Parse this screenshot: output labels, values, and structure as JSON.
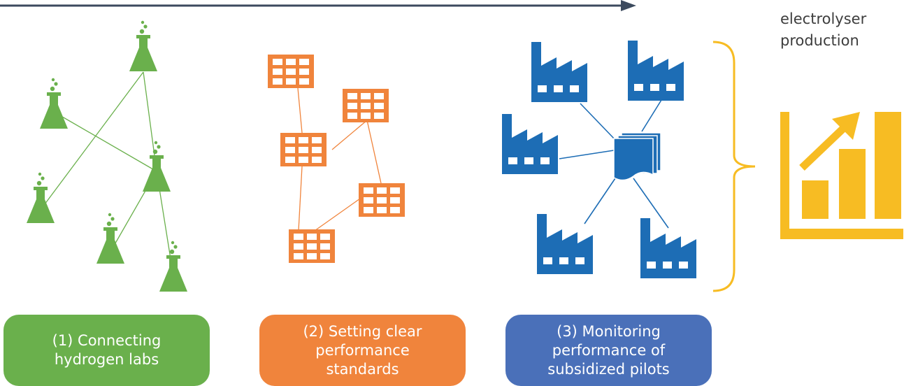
{
  "colors": {
    "labs": "#6ab04c",
    "standards": "#f0843c",
    "pilots": "#1d6db5",
    "production": "#f7bc23",
    "arrow": "#3c4a5e",
    "box1": "#6ab04c",
    "box2": "#f0843c",
    "box3": "#4a70b9"
  },
  "corner_label": "electrolyser\nproduction",
  "steps": [
    {
      "label": "(1)  Connecting\nhydrogen  labs"
    },
    {
      "label": "(2) Setting clear\nperformance\nstandards"
    },
    {
      "label": "(3) Monitoring\nperformance of\nsubsidized pilots"
    }
  ],
  "icons": {
    "labs": "flask-icon",
    "standards": "table-grid-icon",
    "pilots": "factory-icon",
    "hub": "documents-icon",
    "production": "growth-chart-icon"
  }
}
